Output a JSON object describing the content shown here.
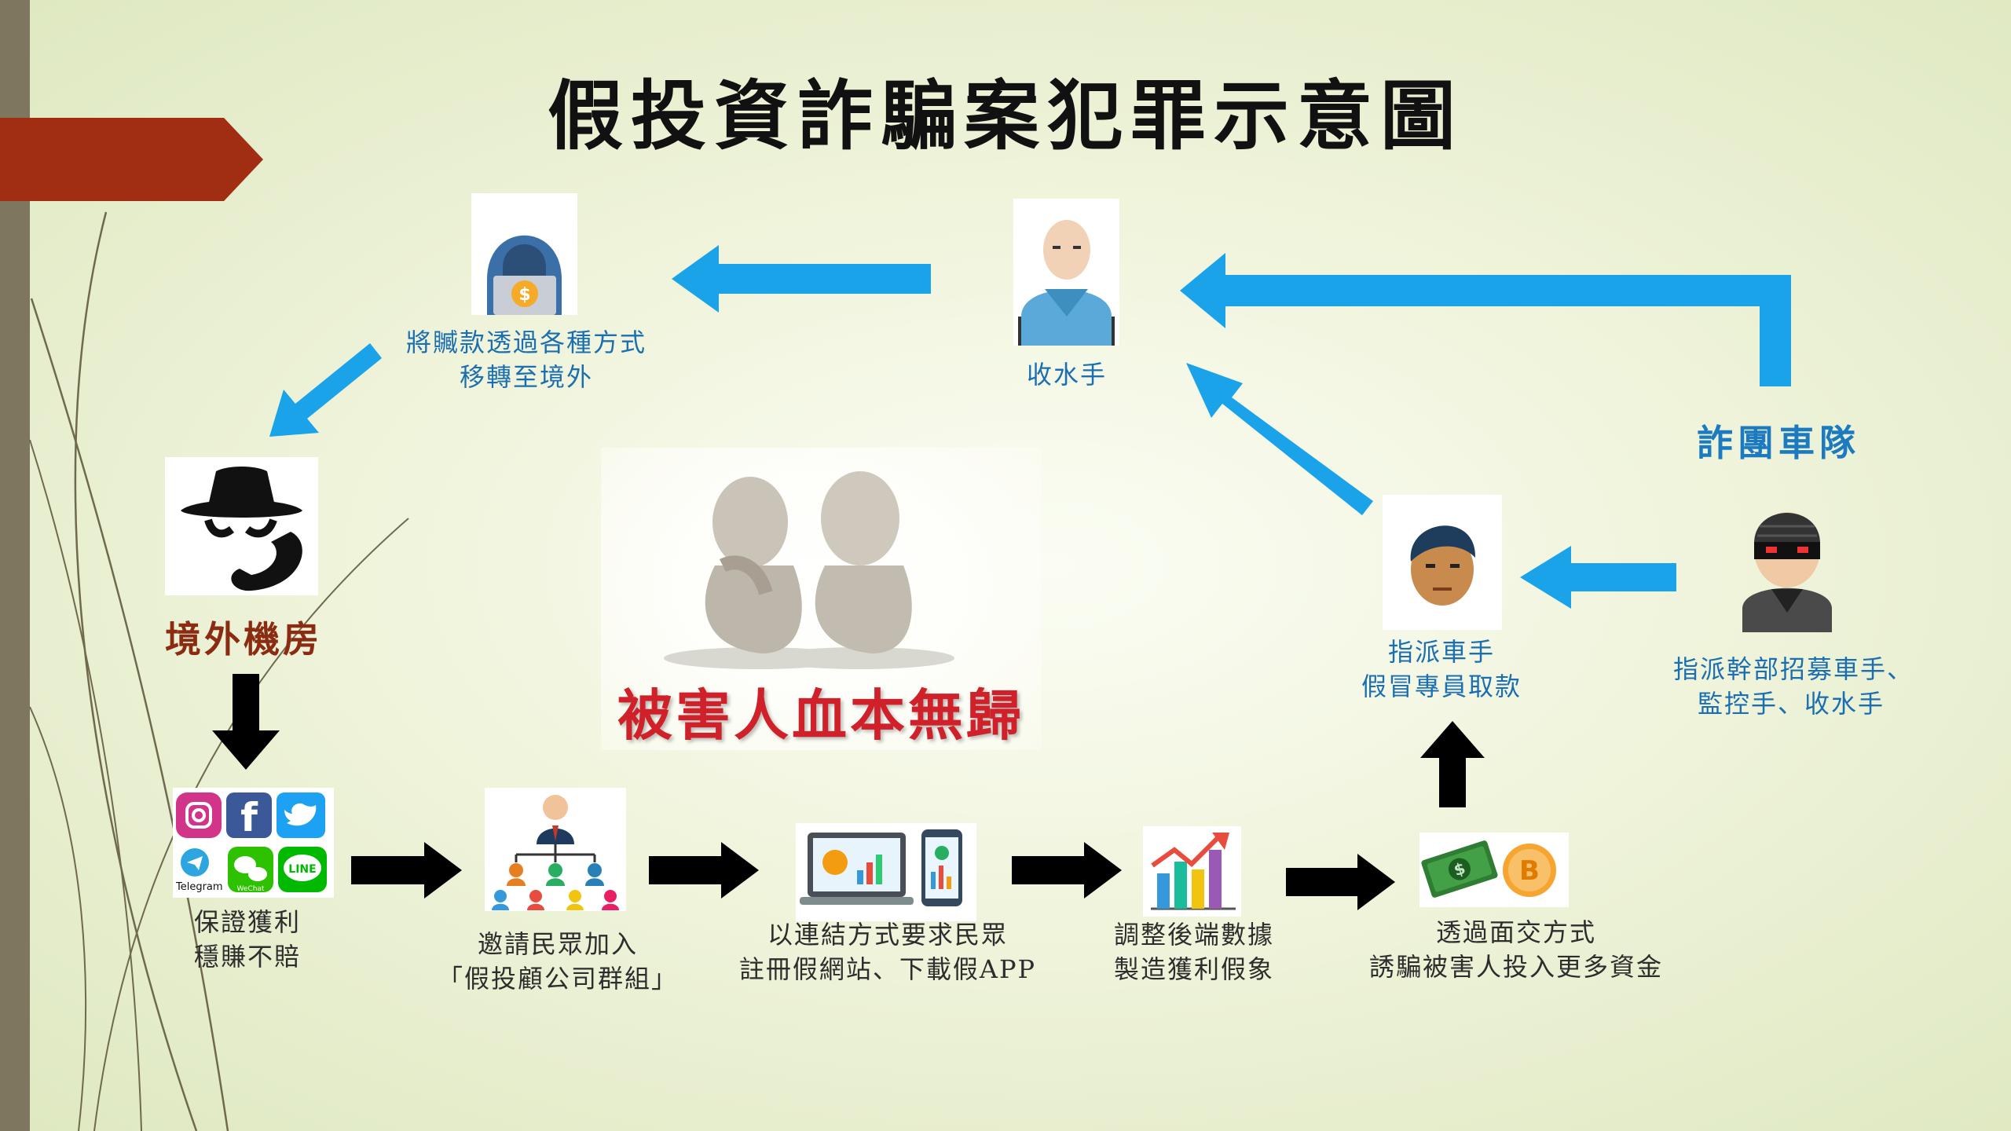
{
  "title": "假投資詐騙案犯罪示意圖",
  "colors": {
    "flow_arrow": "#000000",
    "money_arrow": "#1aa3e8",
    "title": "#111111",
    "label_blue": "#1b6fb0",
    "label_dark": "#2d2d2d",
    "accent_red": "#9e2b12",
    "victim_text": "#d0202a"
  },
  "nodes": {
    "launderer": {
      "line1": "將贓款透過各種方式",
      "line2": "移轉至境外",
      "icon": "hooded-hacker-icon"
    },
    "money_mule": {
      "label": "收水手",
      "icon": "bald-man-hoodie-icon"
    },
    "offshore_room": {
      "label": "境外機房",
      "icon": "spy-hat-phone-icon"
    },
    "scam_team": {
      "label": "詐團車隊"
    },
    "boss": {
      "line1": "指派幹部招募車手、",
      "line2": "監控手、收水手",
      "icon": "masked-thief-icon"
    },
    "courier": {
      "line1": "指派車手",
      "line2": "假冒專員取款",
      "icon": "man-avatar-icon"
    },
    "victim": {
      "caption": "被害人血本無歸",
      "icon": "sad-figures-icon"
    }
  },
  "flow": [
    {
      "line1": "保證獲利",
      "line2": "穩賺不賠",
      "icon": "social-apps-icon",
      "apps": [
        "Telegram",
        "WeChat",
        "LINE"
      ]
    },
    {
      "line1": "邀請民眾加入",
      "line2": "「假投顧公司群組」",
      "icon": "group-network-icon"
    },
    {
      "line1": "以連結方式要求民眾",
      "line2": "註冊假網站、下載假APP",
      "icon": "laptop-phone-charts-icon"
    },
    {
      "line1": "調整後端數據",
      "line2": "製造獲利假象",
      "icon": "rising-chart-icon"
    },
    {
      "line1": "透過面交方式",
      "line2": "誘騙被害人投入更多資金",
      "icon": "cash-bitcoin-icon"
    }
  ]
}
